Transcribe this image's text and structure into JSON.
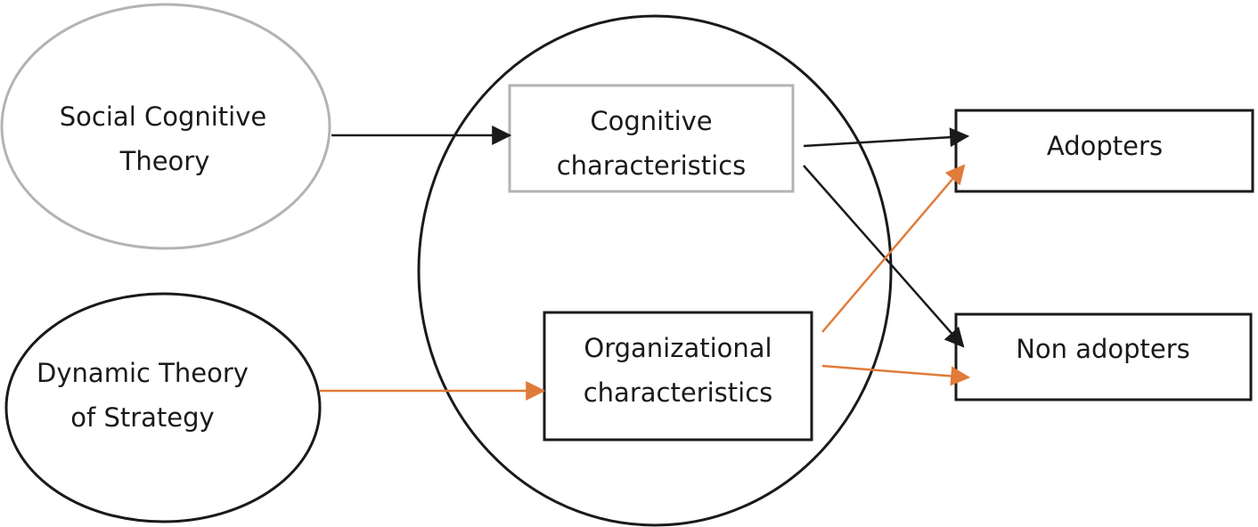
{
  "nodes": {
    "social_cognitive_theory": {
      "line1": "Social Cognitive",
      "line2": "Theory"
    },
    "dynamic_theory_of_strategy": {
      "line1": "Dynamic Theory",
      "line2": "of Strategy"
    },
    "cognitive_characteristics": {
      "line1": "Cognitive",
      "line2": "characteristics"
    },
    "organizational_characteristics": {
      "line1": "Organizational",
      "line2": "characteristics"
    },
    "adopters": {
      "label": "Adopters"
    },
    "non_adopters": {
      "label": "Non adopters"
    }
  },
  "colors": {
    "black_arrow": "#1a1a1a",
    "orange_arrow": "#e07b39",
    "gray_outline": "#b3b3b3",
    "black_outline": "#1a1a1a"
  },
  "edges": [
    {
      "from": "Social Cognitive Theory",
      "to": "Cognitive characteristics",
      "color": "black"
    },
    {
      "from": "Dynamic Theory of Strategy",
      "to": "Organizational characteristics",
      "color": "orange"
    },
    {
      "from": "Cognitive characteristics",
      "to": "Adopters",
      "color": "black"
    },
    {
      "from": "Cognitive characteristics",
      "to": "Non adopters",
      "color": "black"
    },
    {
      "from": "Organizational characteristics",
      "to": "Adopters",
      "color": "orange"
    },
    {
      "from": "Organizational characteristics",
      "to": "Non adopters",
      "color": "orange"
    }
  ]
}
